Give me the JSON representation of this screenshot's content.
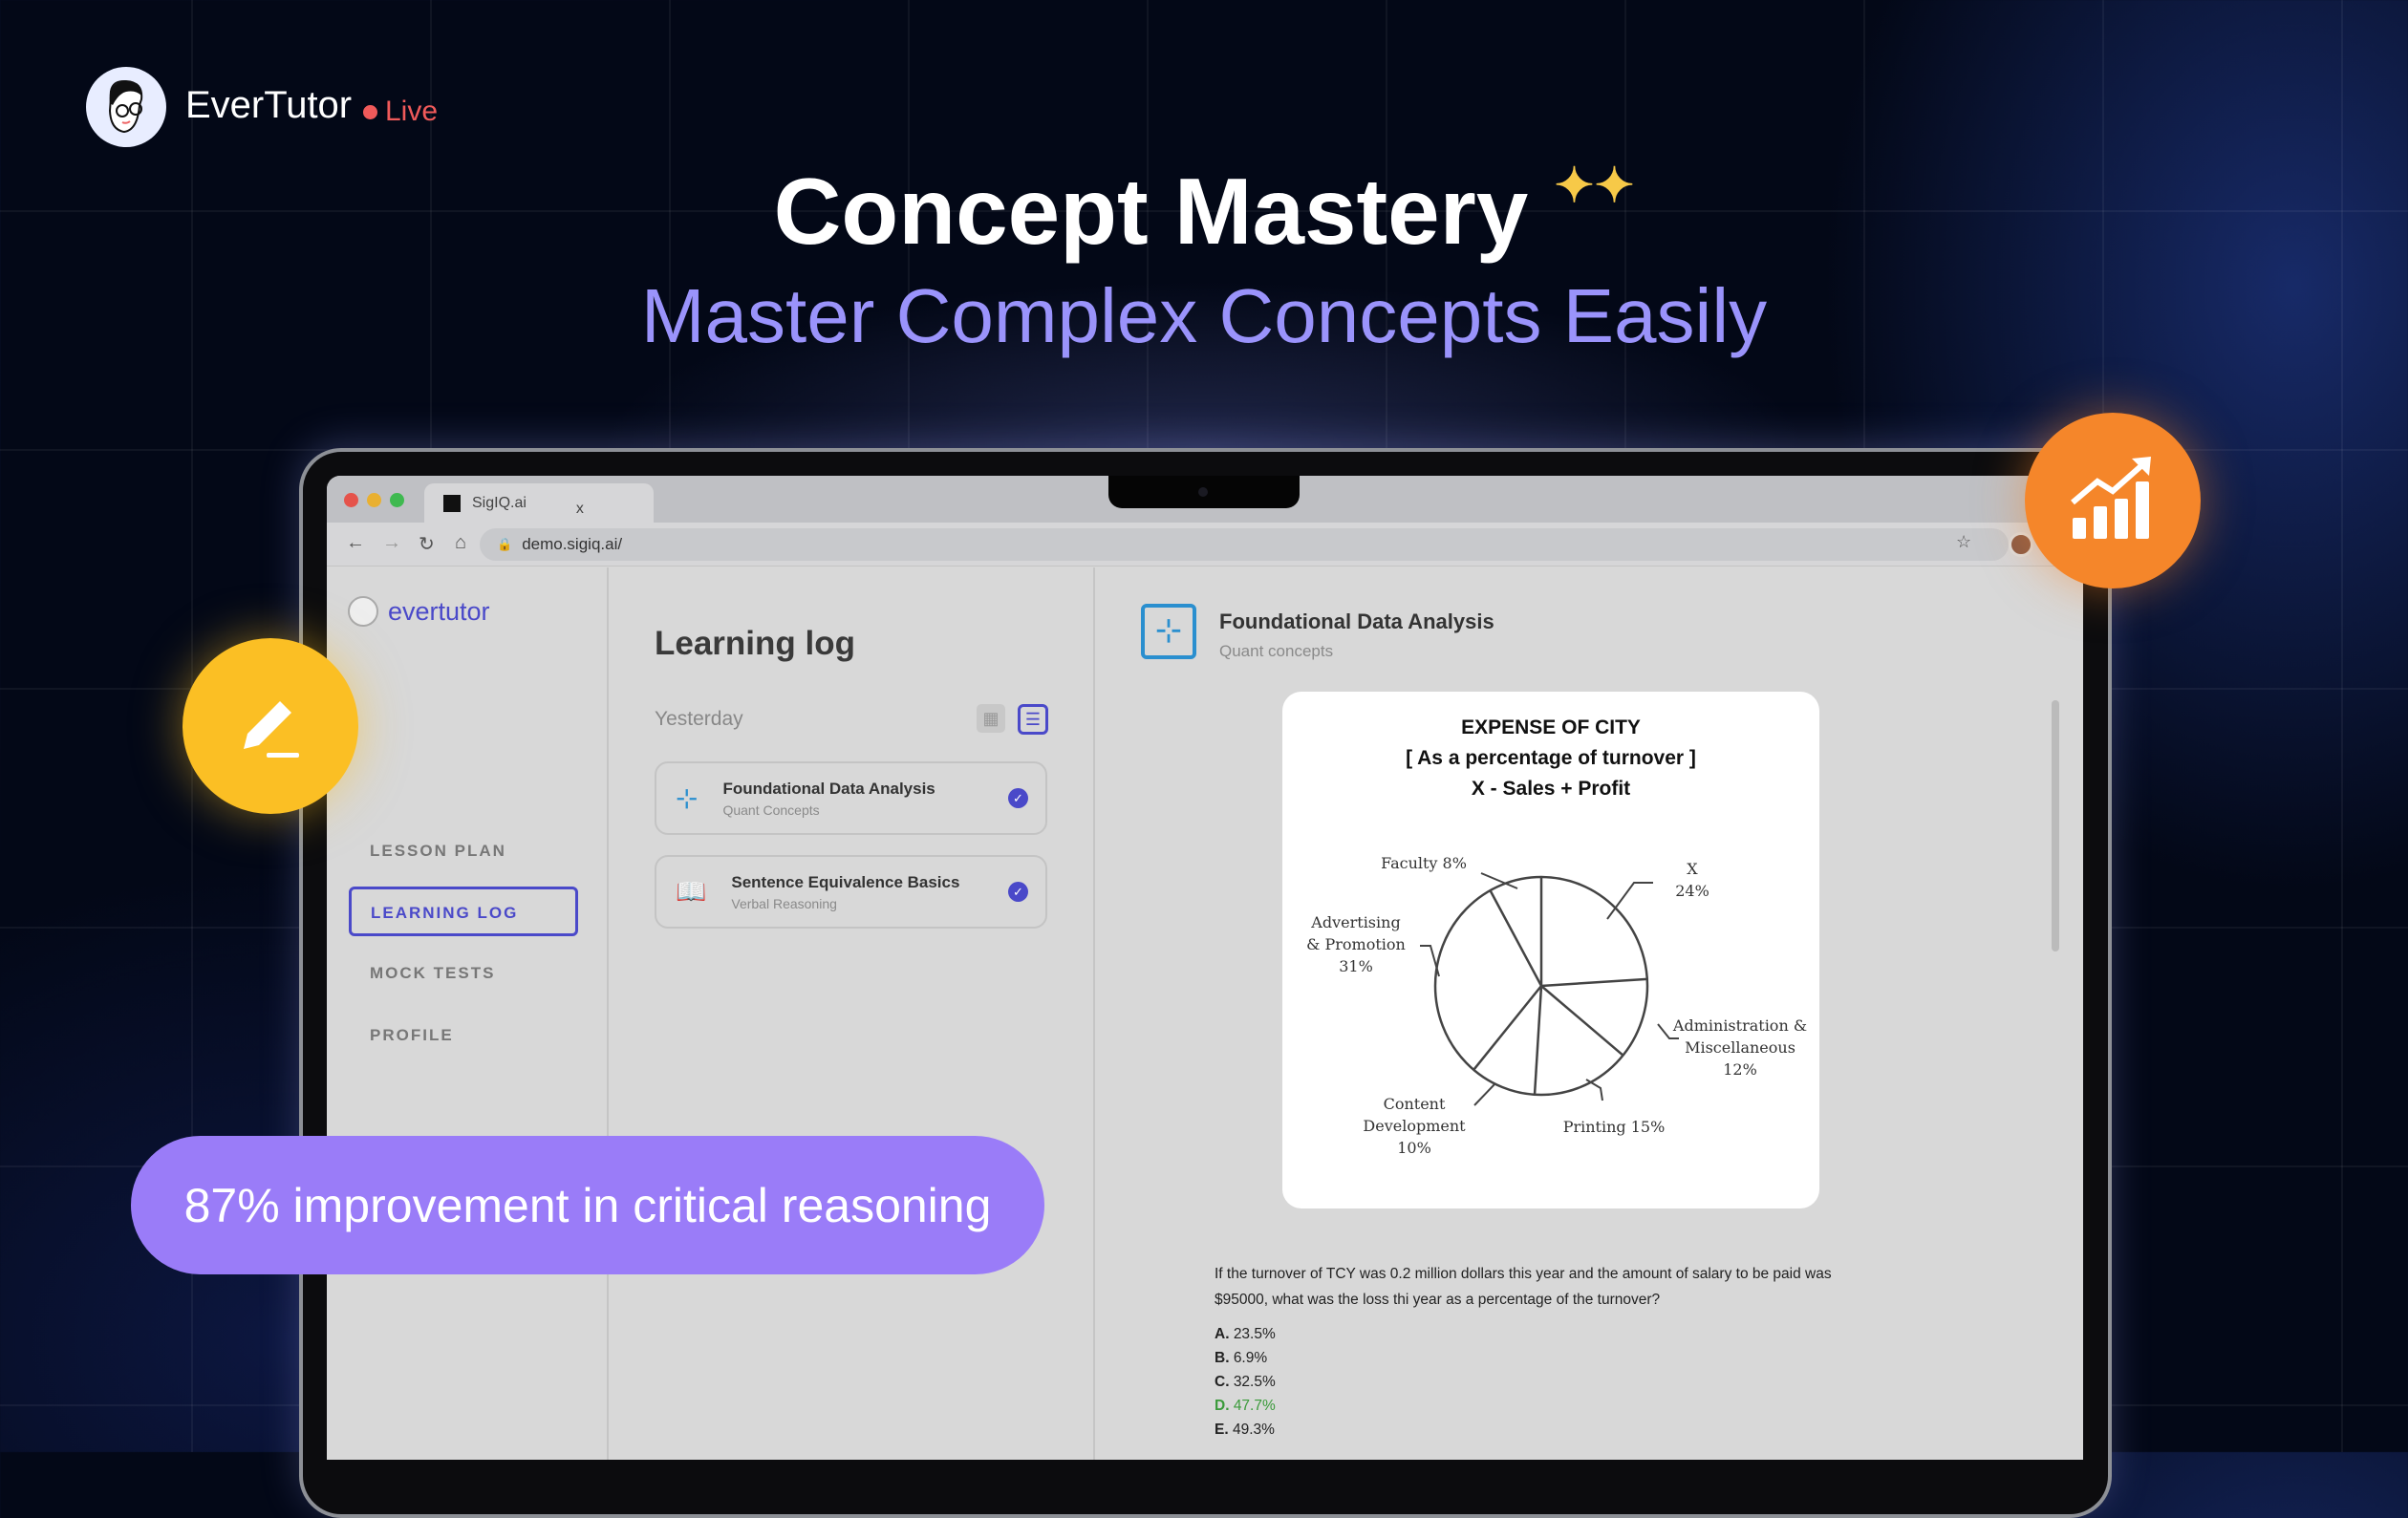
{
  "brand": {
    "name": "EverTutor",
    "live": "Live"
  },
  "hero": {
    "title": "Concept Mastery",
    "sparkle": "✦✦",
    "subtitle": "Master Complex Concepts Easily"
  },
  "browser": {
    "tab_title": "SigIQ.ai",
    "tab_close": "x",
    "url": "demo.sigiq.ai/"
  },
  "sidebar": {
    "logo": "evertutor",
    "items": [
      {
        "label": "LESSON PLAN"
      },
      {
        "label": "LEARNING LOG",
        "active": true
      },
      {
        "label": "MOCK TESTS"
      },
      {
        "label": "PROFILE"
      }
    ]
  },
  "learning_log": {
    "title": "Learning log",
    "section": "Yesterday",
    "items": [
      {
        "title": "Foundational Data Analysis",
        "subtitle": "Quant Concepts",
        "completed": true
      },
      {
        "title": "Sentence Equivalence Basics",
        "subtitle": "Verbal Reasoning",
        "completed": true
      }
    ]
  },
  "lesson": {
    "title": "Foundational Data Analysis",
    "subtitle": "Quant concepts",
    "question": [
      "If the turnover of TCY was 0.2 million dollars this year and the amount of salary to be paid was",
      "$95000, what was the loss thi year as a percentage of the turnover?"
    ],
    "options": [
      {
        "letter": "A.",
        "text": "23.5%"
      },
      {
        "letter": "B.",
        "text": "6.9%"
      },
      {
        "letter": "C.",
        "text": "32.5%"
      },
      {
        "letter": "D.",
        "text": "47.7%",
        "correct": true
      },
      {
        "letter": "E.",
        "text": "49.3%"
      }
    ]
  },
  "chart_data": {
    "type": "pie",
    "title": "EXPENSE OF CITY",
    "subtitle": "[ As a percentage of turnover ]",
    "note": "X - Sales + Profit",
    "categories": [
      "X",
      "Administration & Miscellaneous",
      "Printing",
      "Content Development",
      "Advertising & Promotion",
      "Faculty"
    ],
    "values": [
      24,
      12,
      15,
      10,
      31,
      8
    ],
    "labels": [
      [
        "X",
        "24%"
      ],
      [
        "Administration &",
        "Miscellaneous",
        "12%"
      ],
      [
        "Printing 15%"
      ],
      [
        "Content",
        "Development",
        "10%"
      ],
      [
        "Advertising",
        "& Promotion",
        "31%"
      ],
      [
        "Faculty 8%"
      ]
    ]
  },
  "stat_pill": "87% improvement in critical reasoning",
  "colors": {
    "accent": "#9a7cf8",
    "live": "#f05a5a",
    "correct": "#3a9a3a",
    "pencil_badge": "#fbbf24",
    "chart_badge": "#f5862a"
  }
}
